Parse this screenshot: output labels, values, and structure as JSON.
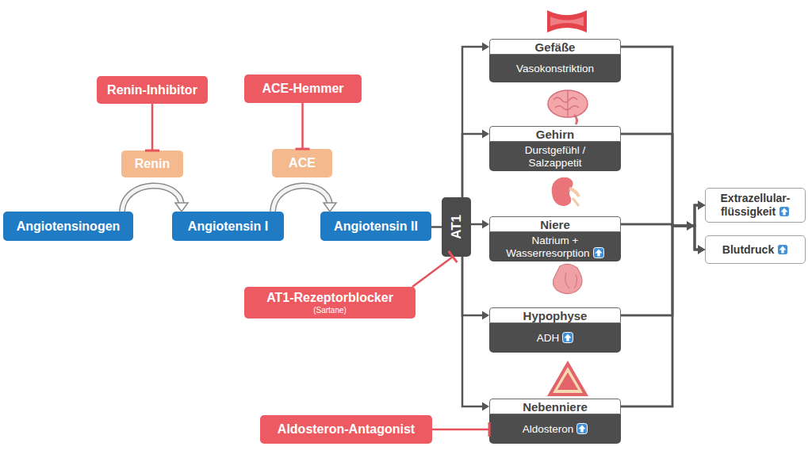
{
  "diagram": {
    "nodes": [
      {
        "text": [
          "Renin-Inhibitor"
        ]
      },
      {
        "text": [
          "Renin"
        ]
      },
      {
        "text": [
          "ACE-Hemmer"
        ]
      },
      {
        "text": [
          "ACE"
        ]
      },
      {
        "text": [
          "Angiotensinogen"
        ]
      },
      {
        "text": [
          "Angiotensin I"
        ]
      },
      {
        "text": [
          "Angiotensin II"
        ]
      },
      {
        "text": [
          "AT1"
        ]
      },
      {
        "text": [
          "AT1-Rezeptorblocker",
          "(Sartane)"
        ]
      },
      {
        "text": [
          "Gefäße",
          "Vasokonstriktion"
        ]
      },
      {
        "text": [
          "Gehirn",
          "Durstgefühl / Salzappetit"
        ]
      },
      {
        "text": [
          "Niere",
          "Natrium + Wasserresorption"
        ]
      },
      {
        "text": [
          "Hypophyse",
          "ADH"
        ]
      },
      {
        "text": [
          "Aldosteron-Antagonist"
        ]
      },
      {
        "text": [
          "Nebenniere",
          "Aldosteron"
        ]
      },
      {
        "text": [
          "Extrazellular- flüssigkeit"
        ]
      },
      {
        "text": [
          "Blutdruck"
        ]
      }
    ],
    "edges": [
      {
        "from": 0,
        "to": 1,
        "arrow": "to"
      },
      {
        "from": 2,
        "to": 3,
        "arrow": "to"
      },
      {
        "from": 4,
        "to": 5,
        "arrow": "to"
      },
      {
        "from": 5,
        "to": 6,
        "arrow": "to"
      },
      {
        "from": 6,
        "to": 7,
        "arrow": "none"
      },
      {
        "from": 8,
        "to": 7,
        "arrow": "to"
      },
      {
        "from": 7,
        "to": 9,
        "arrow": "to"
      },
      {
        "from": 7,
        "to": 10,
        "arrow": "to"
      },
      {
        "from": 7,
        "to": 11,
        "arrow": "to"
      },
      {
        "from": 7,
        "to": 12,
        "arrow": "to"
      },
      {
        "from": 7,
        "to": 14,
        "arrow": "to"
      },
      {
        "from": 13,
        "to": 14,
        "arrow": "to"
      },
      {
        "from": 9,
        "to": 15,
        "arrow": "to"
      },
      {
        "from": 9,
        "to": 16,
        "arrow": "to"
      },
      {
        "from": 10,
        "to": 15,
        "arrow": "to"
      },
      {
        "from": 10,
        "to": 16,
        "arrow": "to"
      },
      {
        "from": 11,
        "to": 15,
        "arrow": "to"
      },
      {
        "from": 11,
        "to": 16,
        "arrow": "to"
      },
      {
        "from": 12,
        "to": 15,
        "arrow": "to"
      },
      {
        "from": 12,
        "to": 16,
        "arrow": "to"
      },
      {
        "from": 14,
        "to": 15,
        "arrow": "to"
      },
      {
        "from": 14,
        "to": 16,
        "arrow": "to"
      }
    ]
  }
}
